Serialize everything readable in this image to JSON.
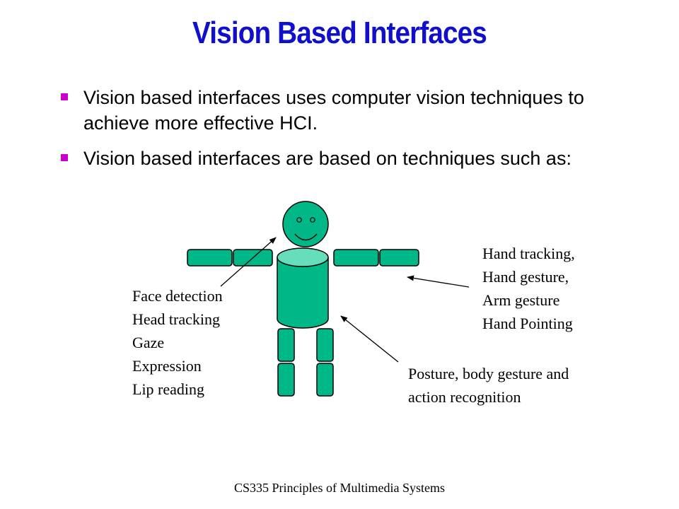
{
  "slide": {
    "title": "Vision Based Interfaces",
    "bullets": [
      {
        "text": "Vision based interfaces uses computer vision techniques to achieve more effective HCI."
      },
      {
        "text": "Vision based interfaces are based on techniques such as:"
      }
    ],
    "bullet_color": "#cc00cc",
    "title_color": "#1010cc"
  },
  "diagram": {
    "figure_fill": "#00b887",
    "torso_top_fill": "#66ddbb",
    "labels": {
      "face": [
        "Face detection",
        "Head tracking",
        "Gaze",
        "Expression",
        "Lip reading"
      ],
      "hand": [
        "Hand tracking,",
        "Hand gesture,",
        "Arm gesture",
        "Hand Pointing"
      ],
      "body": [
        "Posture, body gesture and",
        "action recognition"
      ]
    }
  },
  "footer": {
    "text": "CS335 Principles of Multimedia Systems"
  }
}
